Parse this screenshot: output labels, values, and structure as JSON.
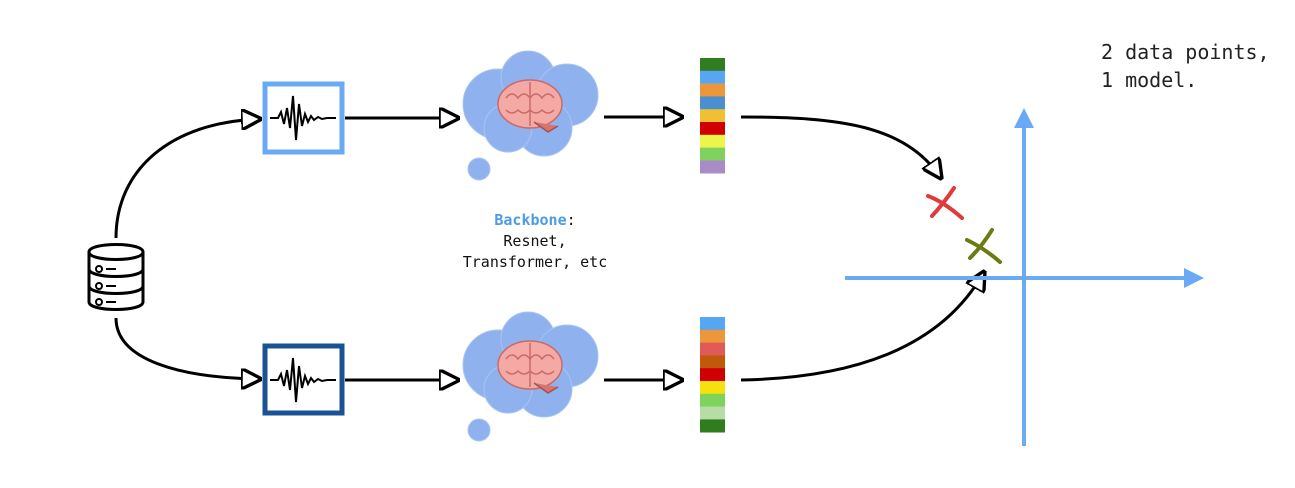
{
  "note": {
    "line1": "2 data points,",
    "line2": "1 model."
  },
  "caption": {
    "highlight": "Backbone",
    "colon": ":",
    "line2": "Resnet,",
    "line3": "Transformer, etc"
  },
  "colors": {
    "accent_light": "#6aaaf5",
    "accent_dark": "#1a5294",
    "cloud": "#8fb1ee",
    "axis": "#6aaaf5",
    "marker_red": "#e03a3a",
    "marker_olive": "#6b7a12"
  },
  "icons": {
    "database": "database-icon",
    "signal": "waveform-icon",
    "brain": "brain-icon",
    "cloud": "thought-cloud-icon",
    "marker": "cross-marker-icon"
  },
  "embedding_top": [
    "#2f7d1f",
    "#56a6f3",
    "#ec973b",
    "#4a8fcf",
    "#efc132",
    "#d00000",
    "#eef54a",
    "#7fd35c",
    "#a98bc7"
  ],
  "embedding_bottom": [
    "#56a6f3",
    "#ec973b",
    "#e05a5a",
    "#c05a0a",
    "#d00000",
    "#f6e10d",
    "#7fd35c",
    "#b8dca6",
    "#2f7d1f"
  ]
}
